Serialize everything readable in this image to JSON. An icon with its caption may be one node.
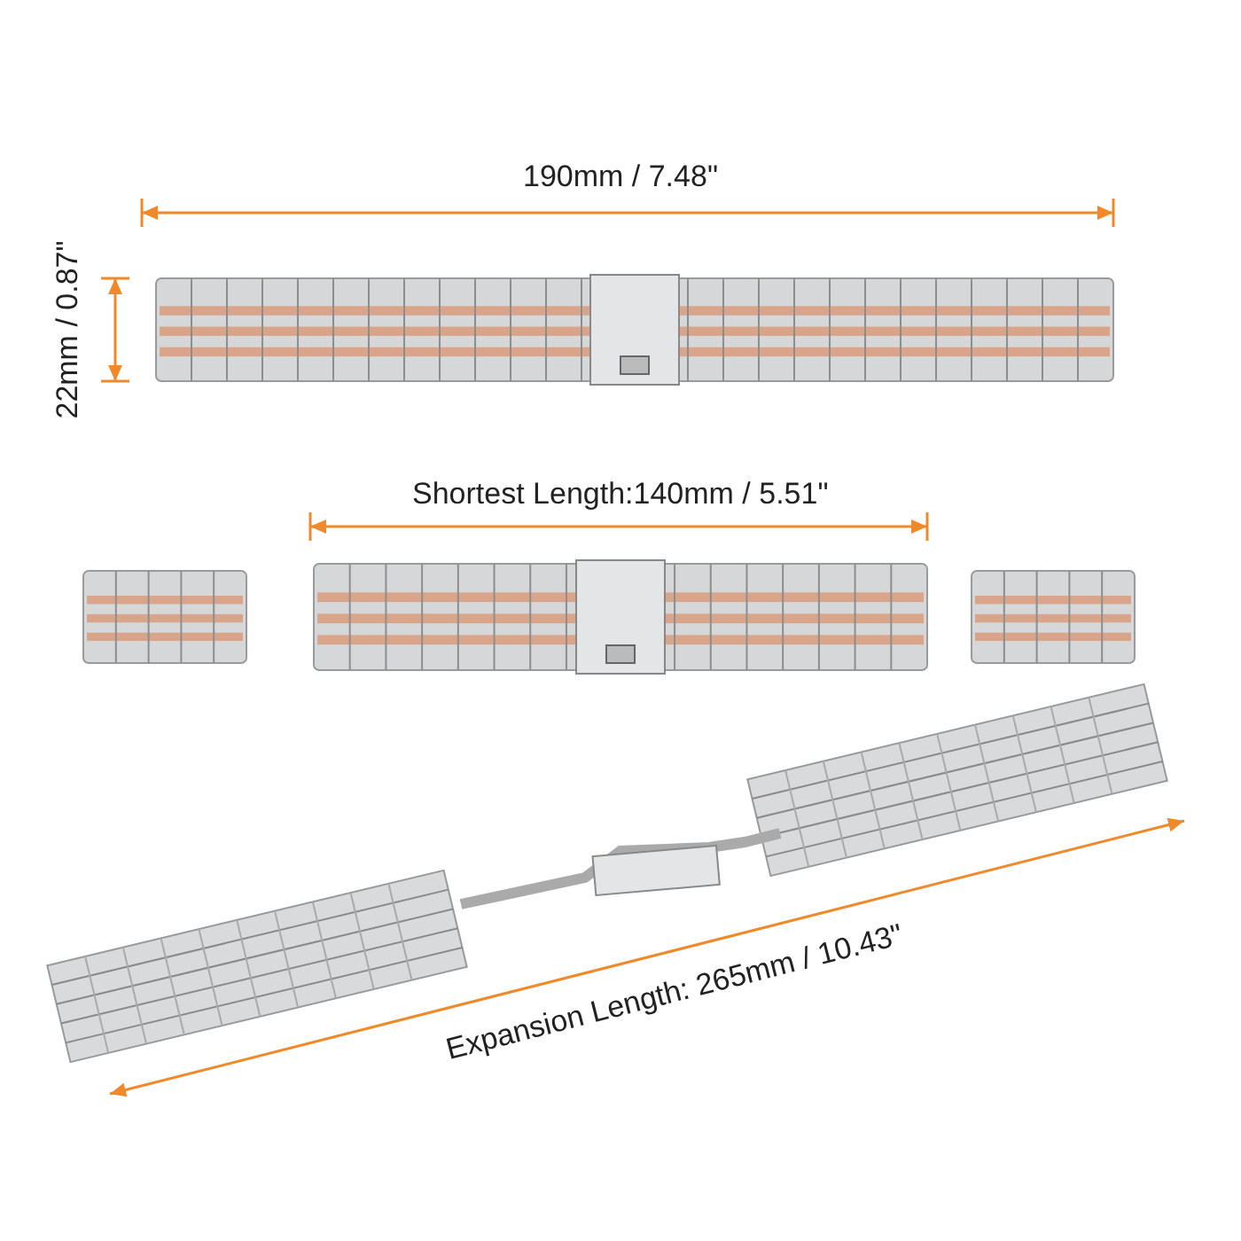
{
  "diagram": {
    "labels": [
      "190mm / 7.48\"",
      "22mm / 0.87\"",
      "Shortest Length:140mm / 5.51\"",
      "Expansion Length: 265mm / 10.43\""
    ]
  }
}
